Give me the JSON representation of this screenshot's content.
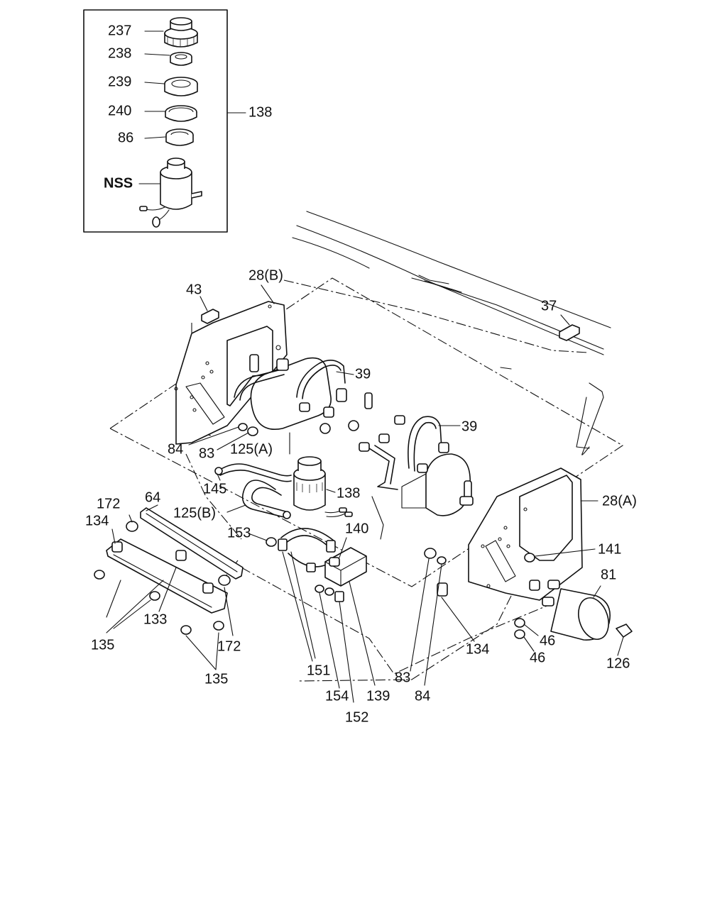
{
  "inset": {
    "labels": {
      "l237": "237",
      "l238": "238",
      "l239": "239",
      "l240": "240",
      "l86": "86",
      "lnss": "NSS",
      "l138": "138"
    }
  },
  "labels": {
    "l28b": "28(B)",
    "l43": "43",
    "l37": "37",
    "l39a": "39",
    "l39b": "39",
    "l84a": "84",
    "l83a": "83",
    "l125a": "125(A)",
    "l145": "145",
    "l138b": "138",
    "l125b": "125(B)",
    "l172a": "172",
    "l64": "64",
    "l134a": "134",
    "l153": "153",
    "l140": "140",
    "l28a": "28(A)",
    "l141": "141",
    "l81": "81",
    "l133": "133",
    "l135a": "135",
    "l172b": "172",
    "l135b": "135",
    "l151": "151",
    "l154": "154",
    "l139": "139",
    "l152": "152",
    "l83b": "83",
    "l84b": "84",
    "l134b": "134",
    "l46a": "46",
    "l46b": "46",
    "l126": "126"
  }
}
